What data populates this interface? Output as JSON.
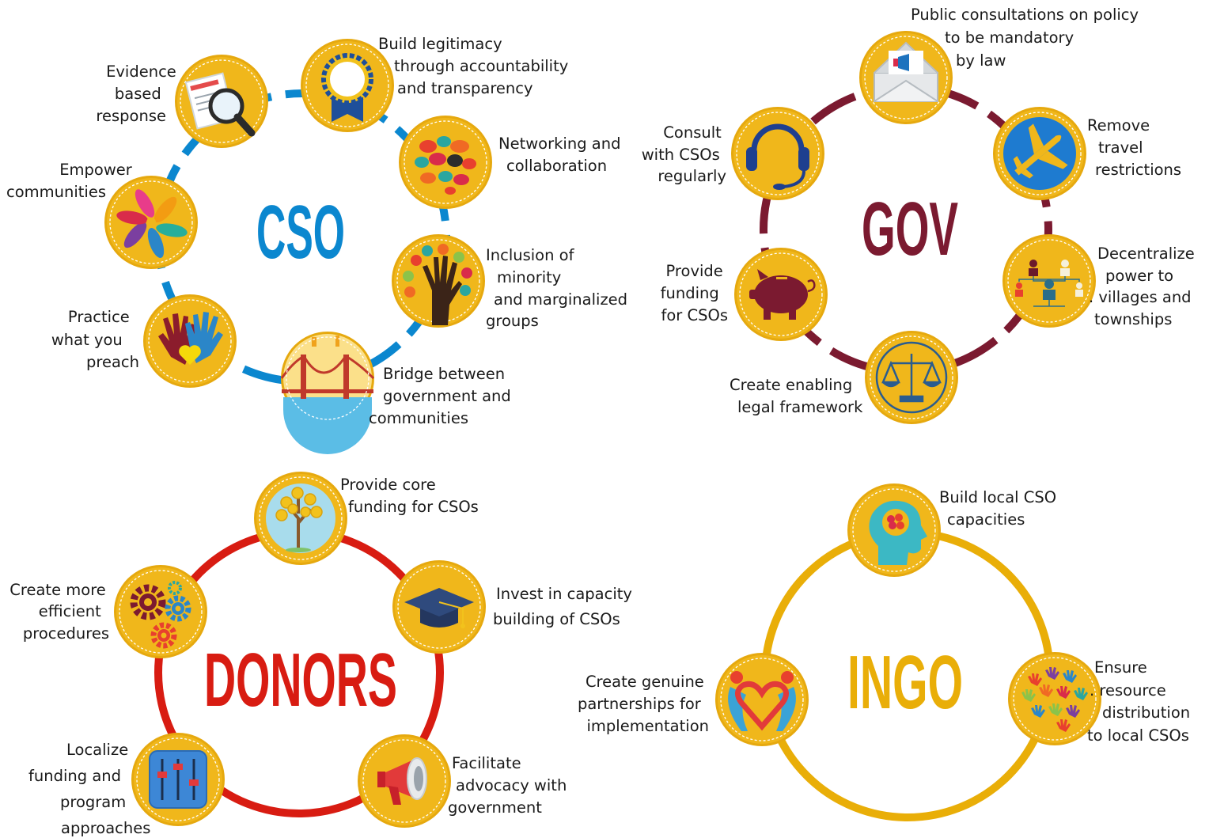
{
  "colors": {
    "cso": "#0b87cf",
    "gov": "#7b1a30",
    "donors": "#d81c12",
    "ingo": "#e9ae08",
    "node": "#f0b71b",
    "node_border": "#e6a90f"
  },
  "cso": {
    "title": "CSO",
    "nodes": [
      {
        "icon": "document-magnifier-icon",
        "label": [
          "Evidence",
          "based",
          "response"
        ]
      },
      {
        "icon": "award-badge-icon",
        "label": [
          "Build legitimacy",
          "through accountability",
          "and transparency"
        ]
      },
      {
        "icon": "speech-bubbles-icon",
        "label": [
          "Networking and",
          "collaboration"
        ]
      },
      {
        "icon": "raised-hand-tree-icon",
        "label": [
          "Inclusion of",
          "minority",
          "and marginalized",
          "groups"
        ]
      },
      {
        "icon": "bridge-icon",
        "label": [
          "Bridge between",
          "government and",
          "communities"
        ]
      },
      {
        "icon": "hands-heart-icon",
        "label": [
          "Practice",
          "what you",
          "preach"
        ]
      },
      {
        "icon": "people-swirl-icon",
        "label": [
          "Empower",
          "communities"
        ]
      }
    ]
  },
  "gov": {
    "title": "GOV",
    "nodes": [
      {
        "icon": "envelope-megaphone-icon",
        "label": [
          "Public consultations on policy",
          "to be mandatory",
          "by law"
        ]
      },
      {
        "icon": "airplane-icon",
        "label": [
          "Remove",
          "travel",
          "restrictions"
        ]
      },
      {
        "icon": "org-chart-people-icon",
        "label": [
          "Decentralize",
          "power to",
          ". villages and",
          "townships"
        ]
      },
      {
        "icon": "scales-icon",
        "label": [
          "Create enabling",
          "legal framework"
        ]
      },
      {
        "icon": "piggy-bank-icon",
        "label": [
          "Provide",
          "funding",
          "for CSOs"
        ]
      },
      {
        "icon": "headset-icon",
        "label": [
          "Consult",
          "with CSOs",
          "regularly"
        ]
      }
    ]
  },
  "donors": {
    "title": "DONORS",
    "nodes": [
      {
        "icon": "money-tree-icon",
        "label": [
          "Provide core",
          "funding for CSOs"
        ]
      },
      {
        "icon": "graduation-cap-icon",
        "label": [
          "Invest in capacity",
          "building of CSOs"
        ]
      },
      {
        "icon": "megaphone-icon",
        "label": [
          "Facilitate",
          "advocacy with",
          "government"
        ]
      },
      {
        "icon": "sliders-icon",
        "label": [
          "Localize",
          "funding and",
          "program",
          "approaches"
        ]
      },
      {
        "icon": "gears-icon",
        "label": [
          "Create more",
          "efficient",
          "procedures"
        ]
      }
    ]
  },
  "ingo": {
    "title": "INGO",
    "nodes": [
      {
        "icon": "head-brain-icon",
        "label": [
          "Build local CSO",
          "capacities"
        ]
      },
      {
        "icon": "colorful-hands-icon",
        "label": [
          "Ensure",
          ". resource",
          "distribution",
          "to local CSOs"
        ]
      },
      {
        "icon": "partnership-heart-icon",
        "label": [
          "Create genuine",
          "partnerships for",
          "implementation"
        ]
      }
    ]
  }
}
